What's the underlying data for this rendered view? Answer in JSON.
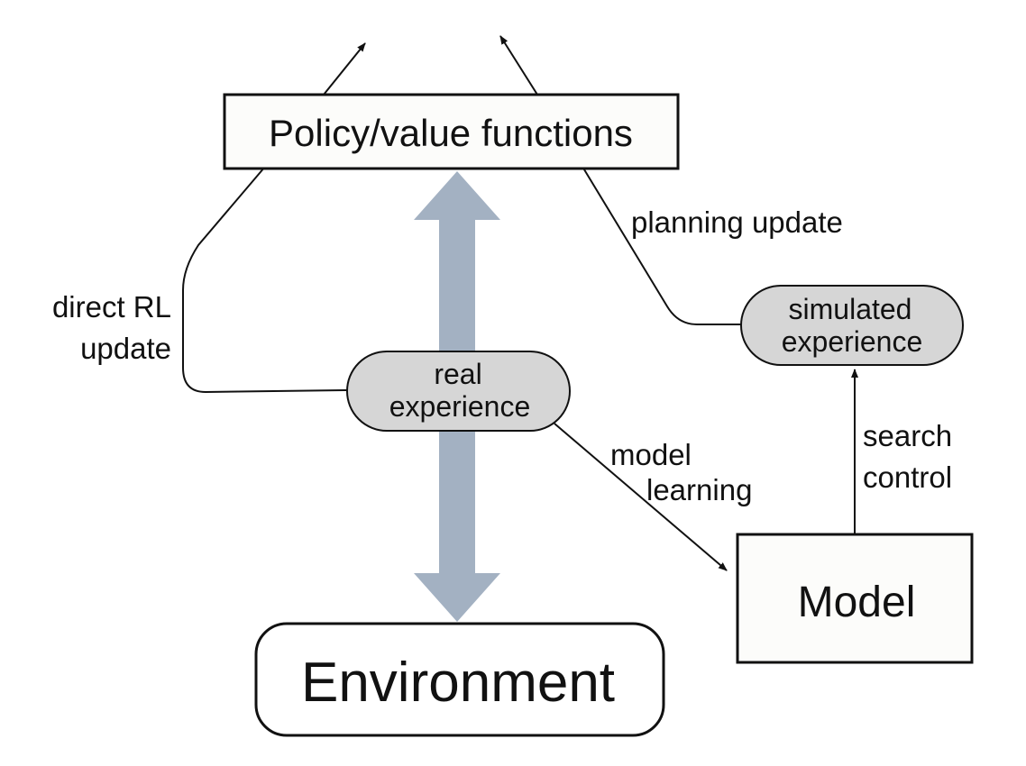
{
  "nodes": {
    "policy": "Policy/value functions",
    "real_experience_line1": "real",
    "real_experience_line2": "experience",
    "simulated_experience_line1": "simulated",
    "simulated_experience_line2": "experience",
    "model": "Model",
    "environment": "Environment"
  },
  "edge_labels": {
    "planning_update": "planning update",
    "direct_rl_line1": "direct RL",
    "direct_rl_line2": "update",
    "model_learning_line1": "model",
    "model_learning_line2": "learning",
    "search_control_line1": "search",
    "search_control_line2": "control"
  },
  "colors": {
    "pill_fill": "#d6d6d6",
    "big_arrow": "#a3b1c2",
    "stroke": "#111111"
  }
}
